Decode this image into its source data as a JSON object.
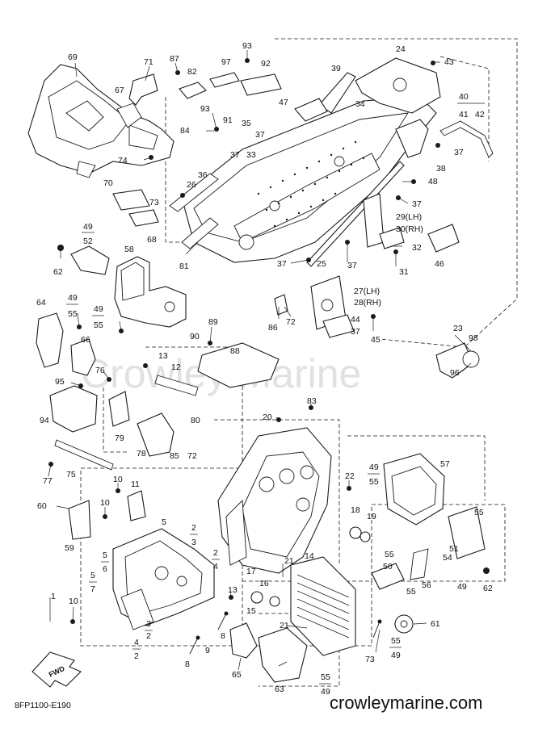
{
  "watermark": "Crowley Marine",
  "footer": {
    "diagram_code": "8FP1100-E190",
    "site": "crowleymarine.com"
  },
  "fwd_label": "FWD",
  "callouts": {
    "c69": "69",
    "c71": "71",
    "c87": "87",
    "c82": "82",
    "c97": "97",
    "c93a": "93",
    "c92": "92",
    "c24": "24",
    "c43": "43",
    "c39": "39",
    "c67": "67",
    "c47": "47",
    "c34": "34",
    "c93b": "93",
    "c91": "91",
    "c35": "35",
    "c84": "84",
    "c40": "40",
    "c41": "41",
    "c42": "42",
    "c37a": "37",
    "c33": "33",
    "c37b": "37",
    "c37c": "37",
    "c74": "74",
    "c38": "38",
    "c36": "36",
    "c26": "26",
    "c48": "48",
    "c70": "70",
    "c73a": "73",
    "c37d": "37",
    "c68": "68",
    "c29": "29(LH)",
    "c30": "30(RH)",
    "c49a": "49",
    "c52": "52",
    "c58": "58",
    "c32": "32",
    "c46": "46",
    "c62a": "62",
    "c81": "81",
    "c37e": "37",
    "c25": "25",
    "c37f": "37",
    "c31": "31",
    "c49b": "49",
    "c55a": "55",
    "c64": "64",
    "c49c": "49",
    "c55b": "55",
    "c27": "27(LH)",
    "c28": "28(RH)",
    "c44": "44",
    "c86": "86",
    "c72a": "72",
    "c37g": "37",
    "c45": "45",
    "c23": "23",
    "c66": "66",
    "c90": "90",
    "c89": "89",
    "c88": "88",
    "c13a": "13",
    "c98": "98",
    "c96": "96",
    "c12": "12",
    "c76": "76",
    "c95": "95",
    "c94": "94",
    "c79": "79",
    "c80": "80",
    "c83": "83",
    "c20": "20",
    "c78": "78",
    "c85": "85",
    "c72b": "72",
    "c75": "75",
    "c77": "77",
    "c22": "22",
    "c49d": "49",
    "c55c": "55",
    "c57": "57",
    "c10a": "10",
    "c11": "11",
    "c60": "60",
    "c10b": "10",
    "c18": "18",
    "c19": "19",
    "c55d": "55",
    "c2a": "2",
    "c3a": "3",
    "c5a": "5",
    "c59": "59",
    "c2b": "2",
    "c4a": "4",
    "c55e": "55",
    "c54": "54",
    "c51": "51",
    "c5b": "5",
    "c6": "6",
    "c21a": "21",
    "c14": "14",
    "c50": "50",
    "c17": "17",
    "c56": "56",
    "c5c": "5",
    "c7": "7",
    "c16": "16",
    "c55f": "55",
    "c49e": "49",
    "c62b": "62",
    "c1": "1",
    "c13b": "13",
    "c10c": "10",
    "c15": "15",
    "c21b": "21",
    "c61": "61",
    "c3b": "3",
    "c2c": "2",
    "c8a": "8",
    "c4b": "4",
    "c2d": "2",
    "c9": "9",
    "c55g": "55",
    "c49f": "49",
    "c73b": "73",
    "c8b": "8",
    "c65": "65",
    "c63": "63",
    "c55h": "55",
    "c49g": "49"
  }
}
